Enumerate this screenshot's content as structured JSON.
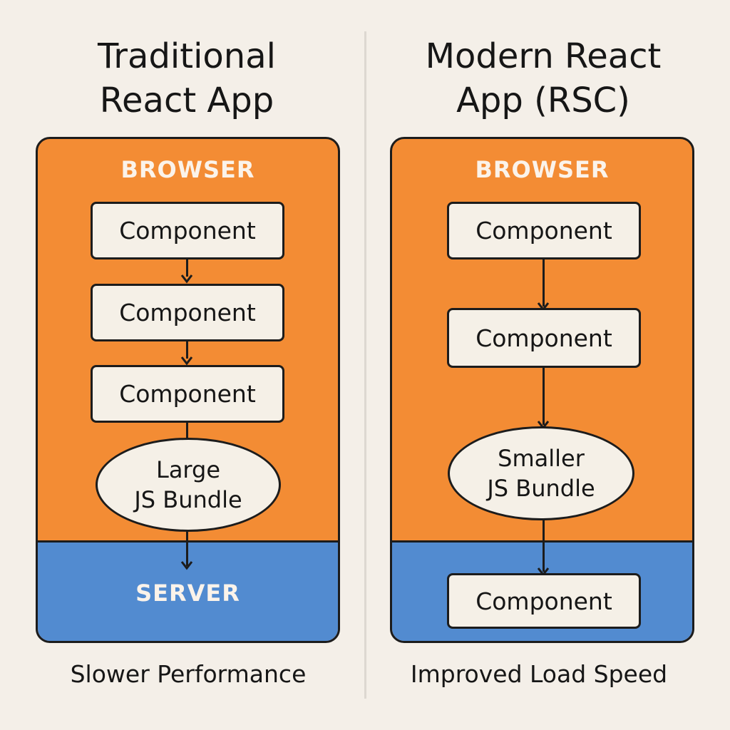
{
  "left": {
    "title_line1": "Traditional",
    "title_line2": "React App",
    "browser_label": "BROWSER",
    "components": [
      "Component",
      "Component",
      "Component"
    ],
    "bundle_line1": "Large",
    "bundle_line2": "JS Bundle",
    "server_label": "SERVER",
    "caption": "Slower Performance"
  },
  "right": {
    "title_line1": "Modern React",
    "title_line2": "App (RSC)",
    "browser_label": "BROWSER",
    "components": [
      "Component",
      "Component"
    ],
    "bundle_line1": "Smaller",
    "bundle_line2": "JS Bundle",
    "server_component": "Component",
    "caption": "Improved Load Speed"
  },
  "colors": {
    "background": "#f4efe8",
    "browser": "#f38c34",
    "server": "#528bd0",
    "box": "#f5f0e7",
    "stroke": "#1c1c1c"
  }
}
